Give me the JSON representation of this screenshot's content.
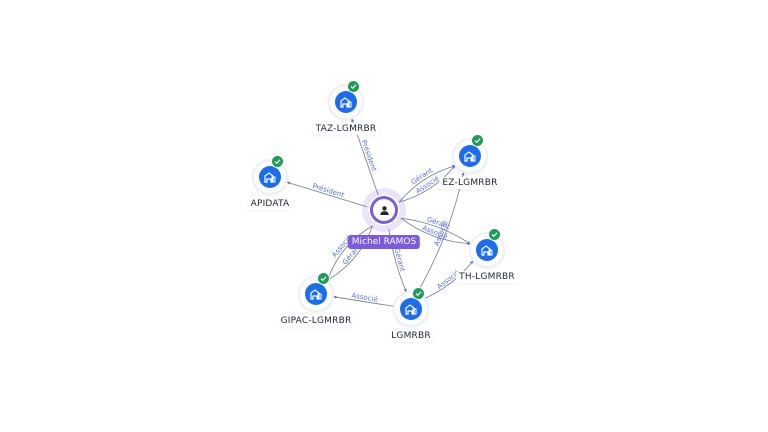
{
  "colors": {
    "accent": "#7c5cdb",
    "company": "#1c6cf0",
    "verified": "#1f9d55",
    "edge": "#6c7a8f",
    "edge_label": "#5b6fd6"
  },
  "person": {
    "name": "Michel RAMOS",
    "icon": "user-icon"
  },
  "companies": [
    {
      "id": "taz",
      "name": "TAZ-LGMRBR",
      "icon": "building-icon",
      "verified": true
    },
    {
      "id": "apidata",
      "name": "APIDATA",
      "icon": "building-icon",
      "verified": true
    },
    {
      "id": "ez",
      "name": "EZ-LGMRBR",
      "icon": "building-icon",
      "verified": true
    },
    {
      "id": "th",
      "name": "TH-LGMRBR",
      "icon": "building-icon",
      "verified": true
    },
    {
      "id": "gipac",
      "name": "GIPAC-LGMRBR",
      "icon": "building-icon",
      "verified": true
    },
    {
      "id": "lgmrbr",
      "name": "LGMRBR",
      "icon": "building-icon",
      "verified": true
    }
  ],
  "relations": [
    {
      "from": "person",
      "to": "taz",
      "label": "Président"
    },
    {
      "from": "person",
      "to": "apidata",
      "label": "Président"
    },
    {
      "from": "person",
      "to": "ez",
      "label": "Gérant"
    },
    {
      "from": "person",
      "to": "ez",
      "label": "Associé"
    },
    {
      "from": "person",
      "to": "th",
      "label": "Gérant"
    },
    {
      "from": "person",
      "to": "th",
      "label": "Associé"
    },
    {
      "from": "person",
      "to": "gipac",
      "label": "Gérant"
    },
    {
      "from": "person",
      "to": "gipac",
      "label": "Associé"
    },
    {
      "from": "person",
      "to": "lgmrbr",
      "label": "Gérant"
    },
    {
      "from": "lgmrbr",
      "to": "gipac",
      "label": "Associé"
    },
    {
      "from": "lgmrbr",
      "to": "ez",
      "label": "Associé"
    },
    {
      "from": "lgmrbr",
      "to": "th",
      "label": "Associé"
    }
  ]
}
